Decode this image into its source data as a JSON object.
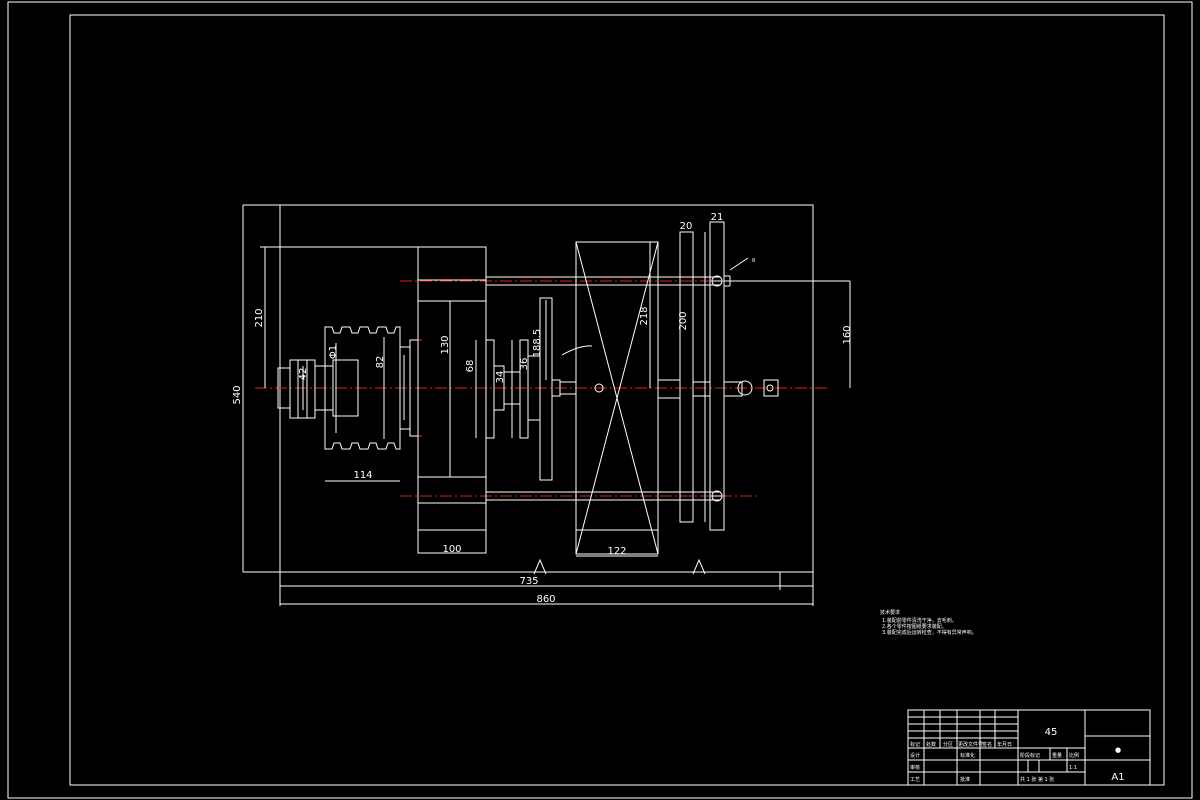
{
  "dimensions": {
    "overall_height": "540",
    "upper_height": "210",
    "shaft_dia": "42",
    "pulley_dia_a": "Φ1",
    "pulley_dia_b": "82",
    "housing_height": "130",
    "flange_height": "68",
    "hub_dia": "36",
    "hub_len": "34",
    "plate_height": "188.5",
    "disc_height": "218",
    "bar_height": "200",
    "offset_height": "160",
    "plate_thk_a": "20",
    "plate_thk_b": "21",
    "pulley_width": "114",
    "housing_width": "100",
    "disc_width": "122",
    "length_735": "735",
    "length_860": "860",
    "bolt_label": "8"
  },
  "tech_notes": {
    "title": "技术要求",
    "line1": "1.装配前零件清洗干净，去毛刺。",
    "line2": "2.各个零件按图纸要求装配。",
    "line3": "3.装配完成后运转检查，不得有异常声响。"
  },
  "title_block": {
    "material": "45",
    "sheet_size": "A1",
    "dot": "●",
    "row_labels": [
      "标记",
      "处数",
      "分区",
      "更改文件号",
      "签名",
      "年月日"
    ],
    "design": "设计",
    "standardize": "标准化",
    "review": "审核",
    "process": "工艺",
    "approve": "批准",
    "stage": "阶段标记",
    "weight": "重量",
    "scale": "比例",
    "scale_value": "1:1",
    "sheets": "共 1 张 第 1 张"
  }
}
